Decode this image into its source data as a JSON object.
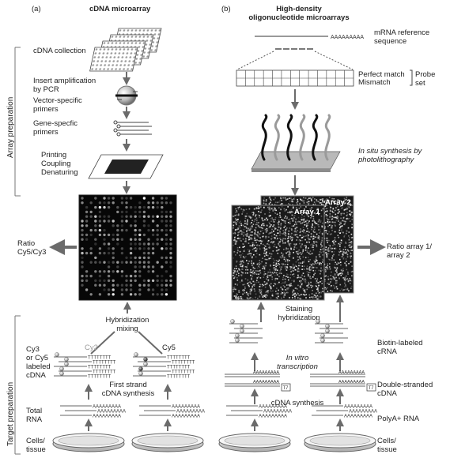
{
  "panel_a": {
    "letter": "(a)",
    "title": "cDNA microarray",
    "cdna_collection": "cDNA collection",
    "insert_amplification": "Insert amplification\nby PCR",
    "vector_primers": "Vector-specific\nprimers",
    "gene_primers": "Gene-specfic\nprimers",
    "printing": "Printing\nCoupling\nDenaturing",
    "ratio": "Ratio\nCy5/Cy3",
    "hybridization": "Hybridization\nmixing",
    "cy3": "Cy3",
    "cy5": "Cy5",
    "cy3_or_cy5": "Cy3\nor Cy5\nlabeled\ncDNA",
    "first_strand": "First strand\ncDNA synthesis",
    "total_rna": "Total\nRNA",
    "cells_tissue": "Cells/\ntissue"
  },
  "panel_b": {
    "letter": "(b)",
    "title": "High-density\noligonucleotide microarrays",
    "mrna_reference": "mRNA reference\nsequence",
    "perfect_match": "Perfect match",
    "mismatch": "Mismatch",
    "probe_set": "Probe\nset",
    "in_situ": "In situ synthesis by\nphotolithography",
    "array1": "Array 1",
    "array2": "Array 2",
    "ratio": "Ratio array 1/\narray 2",
    "staining": "Staining\nhybridization",
    "in_vitro": "In vitro\ntranscription",
    "biotin": "Biotin-labeled\ncRNA",
    "double_stranded": "Double-stranded\ncDNA",
    "cdna_synthesis": "cDNA synthesis",
    "polya": "PolyA+ RNA",
    "cells_tissue": "Cells/\ntissue",
    "t7": "T7"
  },
  "side_labels": {
    "array_preparation": "Array preparation",
    "target_preparation": "Target preparation"
  },
  "sequence_labels": {
    "poly_a": "AAAAAAAAA",
    "poly_t": "TTTTTTTT"
  }
}
